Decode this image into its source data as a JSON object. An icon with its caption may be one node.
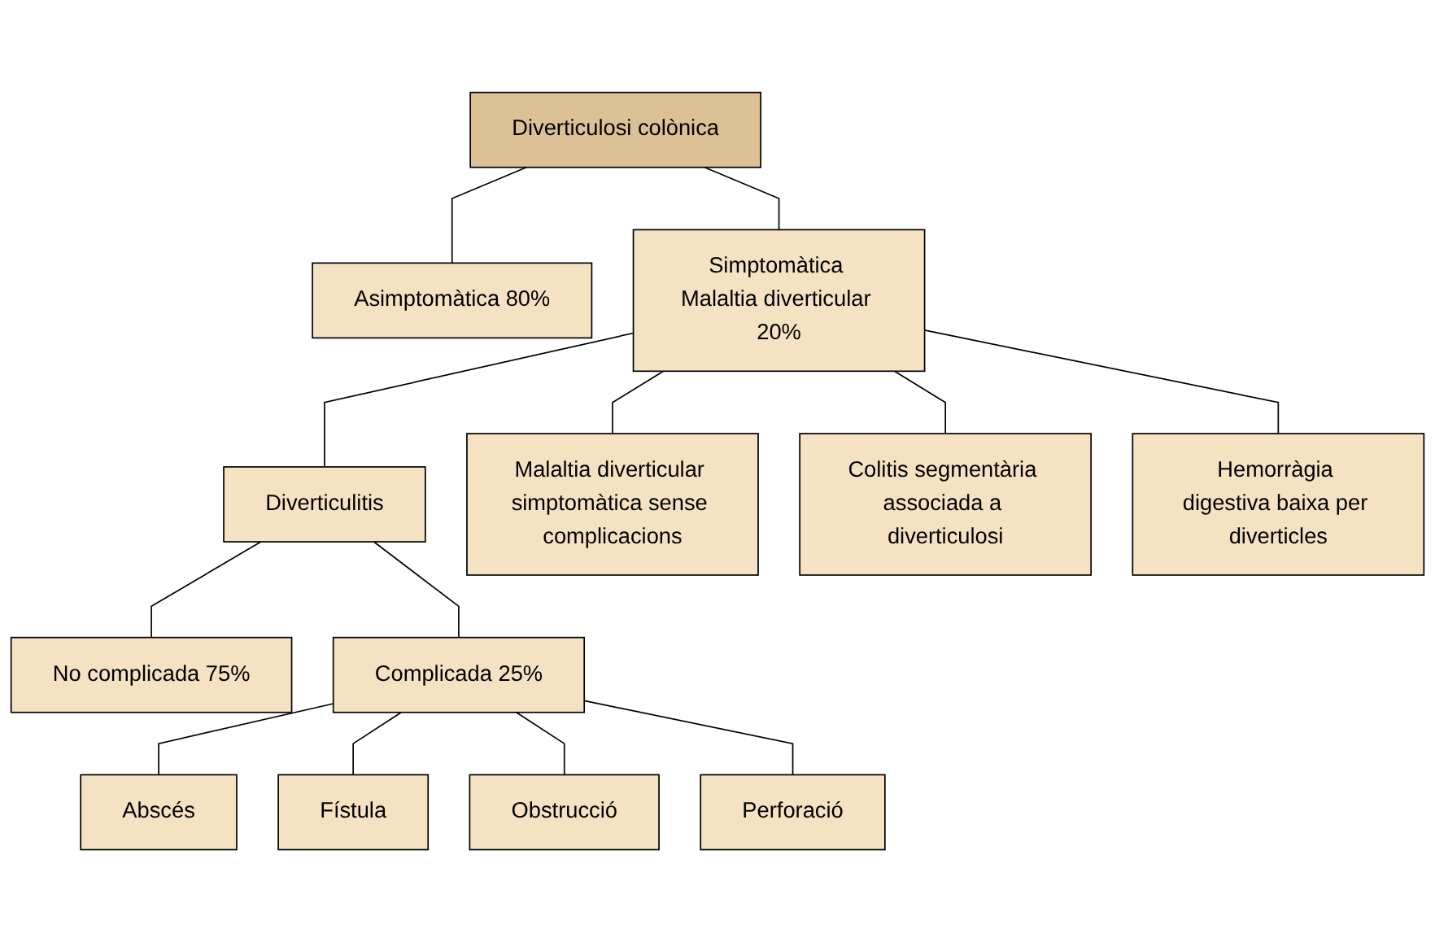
{
  "diagram": {
    "nodes": [
      {
        "text": [
          "Diverticulosi colònica"
        ]
      },
      {
        "text": [
          "Asimptomàtica 80%"
        ]
      },
      {
        "text": [
          "Simptomàtica Malaltia diverticular 20%"
        ]
      },
      {
        "text": [
          "Diverticulitis"
        ]
      },
      {
        "text": [
          "Malaltia diverticular simptomàtica sense complicacions"
        ]
      },
      {
        "text": [
          "Colitis segmentària associada a diverticulosi"
        ]
      },
      {
        "text": [
          "Hemorràgia digestiva baixa per diverticles"
        ]
      },
      {
        "text": [
          "No complicada 75%"
        ]
      },
      {
        "text": [
          "Complicada 25%"
        ]
      },
      {
        "text": [
          "Abscés"
        ]
      },
      {
        "text": [
          "Fístula"
        ]
      },
      {
        "text": [
          "Obstrucció"
        ]
      },
      {
        "text": [
          "Perforació"
        ]
      }
    ],
    "edges": [
      {
        "from": 0,
        "to": 1,
        "arrow": "none"
      },
      {
        "from": 0,
        "to": 2,
        "arrow": "none"
      },
      {
        "from": 2,
        "to": 3,
        "arrow": "none"
      },
      {
        "from": 2,
        "to": 4,
        "arrow": "none"
      },
      {
        "from": 2,
        "to": 5,
        "arrow": "none"
      },
      {
        "from": 2,
        "to": 6,
        "arrow": "none"
      },
      {
        "from": 3,
        "to": 7,
        "arrow": "none"
      },
      {
        "from": 3,
        "to": 8,
        "arrow": "none"
      },
      {
        "from": 8,
        "to": 9,
        "arrow": "none"
      },
      {
        "from": 8,
        "to": 10,
        "arrow": "none"
      },
      {
        "from": 8,
        "to": 11,
        "arrow": "none"
      },
      {
        "from": 8,
        "to": 12,
        "arrow": "none"
      }
    ]
  }
}
